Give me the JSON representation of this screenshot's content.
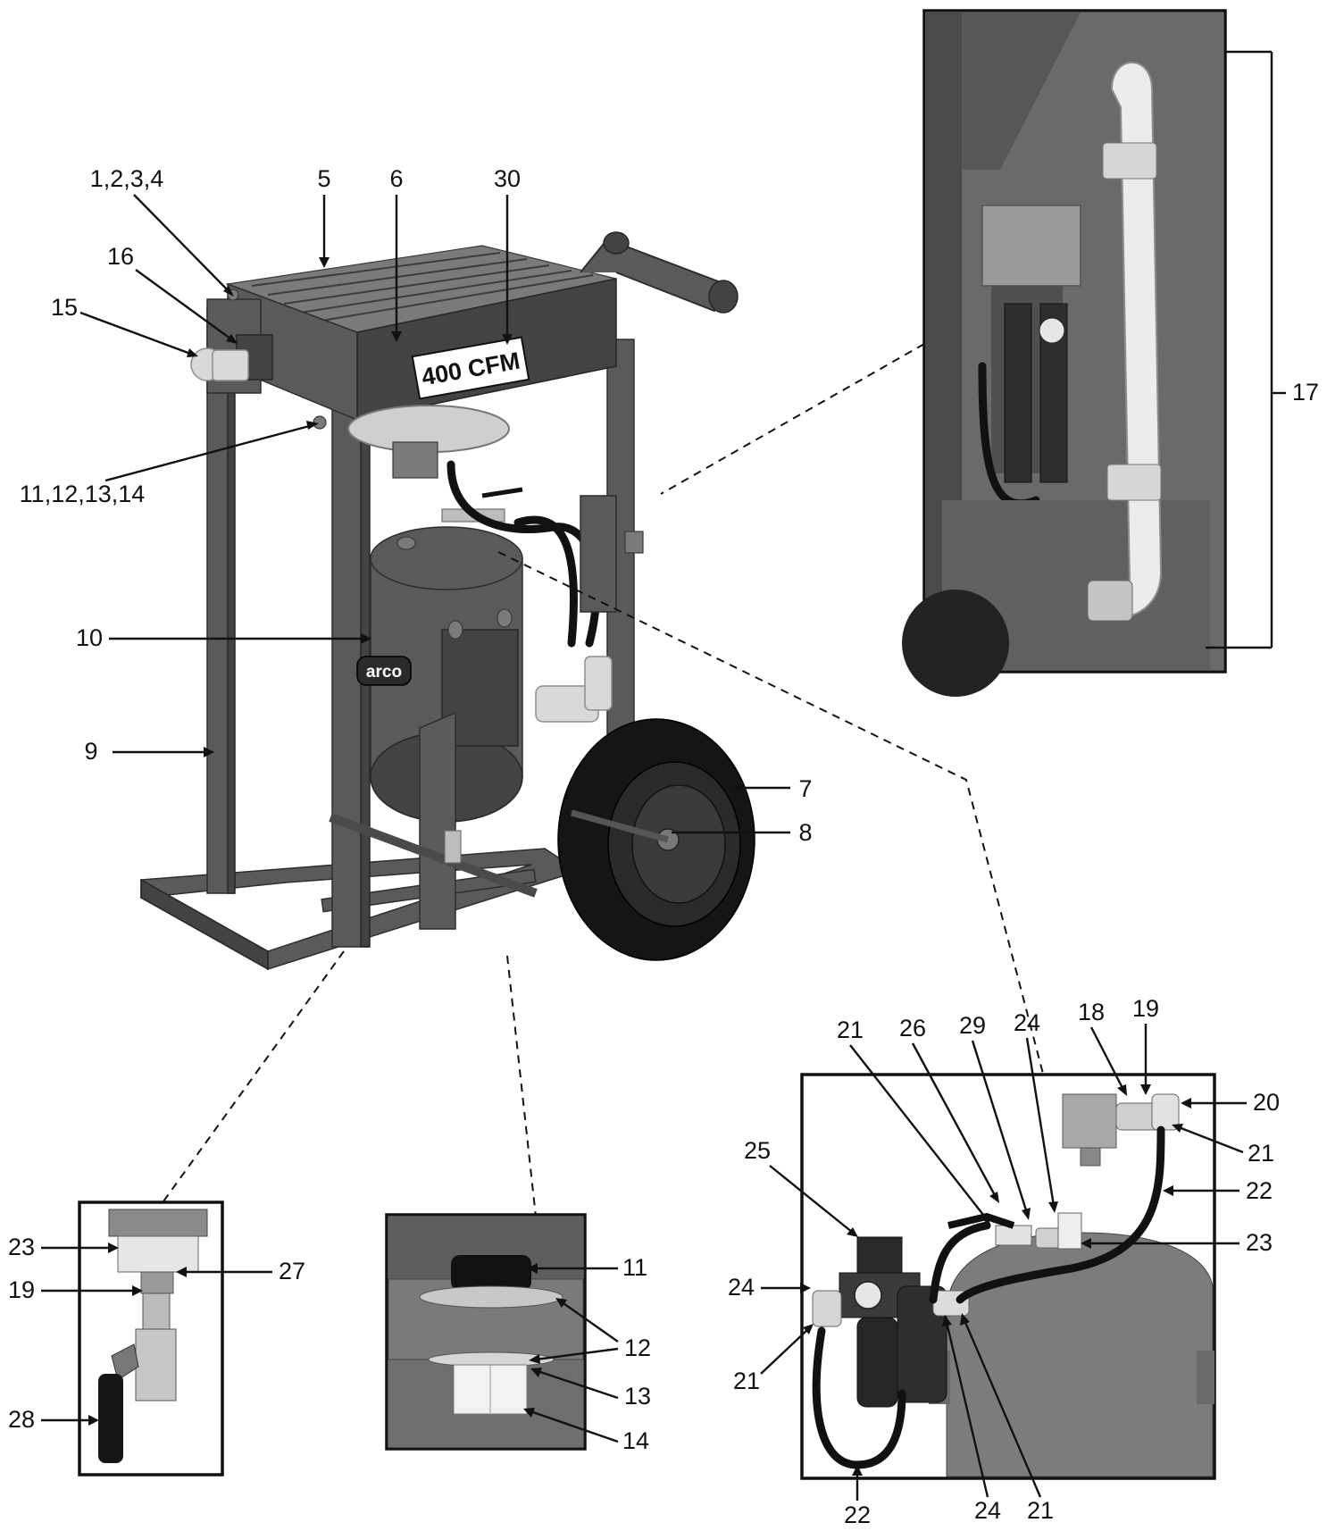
{
  "machine": {
    "plate_text": "400 CFM",
    "brand_text": "arco"
  },
  "callouts": {
    "c_1_2_3_4": "1,2,3,4",
    "c_5": "5",
    "c_6": "6",
    "c_30": "30",
    "c_16": "16",
    "c_15": "15",
    "c_11_12_13_14": "11,12,13,14",
    "c_10": "10",
    "c_9": "9",
    "c_7": "7",
    "c_8": "8",
    "c_17": "17"
  },
  "detail_regulator": {
    "labels": {
      "l21a": "21",
      "l26": "26",
      "l29": "29",
      "l24a": "24",
      "l18": "18",
      "l19": "19",
      "l20": "20",
      "l21b": "21",
      "l25": "25",
      "l22a": "22",
      "l23": "23",
      "l24b": "24",
      "l21c": "21",
      "l22b": "22",
      "l24c": "24",
      "l21d": "21"
    }
  },
  "detail_drain": {
    "labels": {
      "l23": "23",
      "l27": "27",
      "l19": "19",
      "l28": "28"
    }
  },
  "detail_mount": {
    "labels": {
      "l11": "11",
      "l12": "12",
      "l13": "13",
      "l14": "14"
    }
  }
}
